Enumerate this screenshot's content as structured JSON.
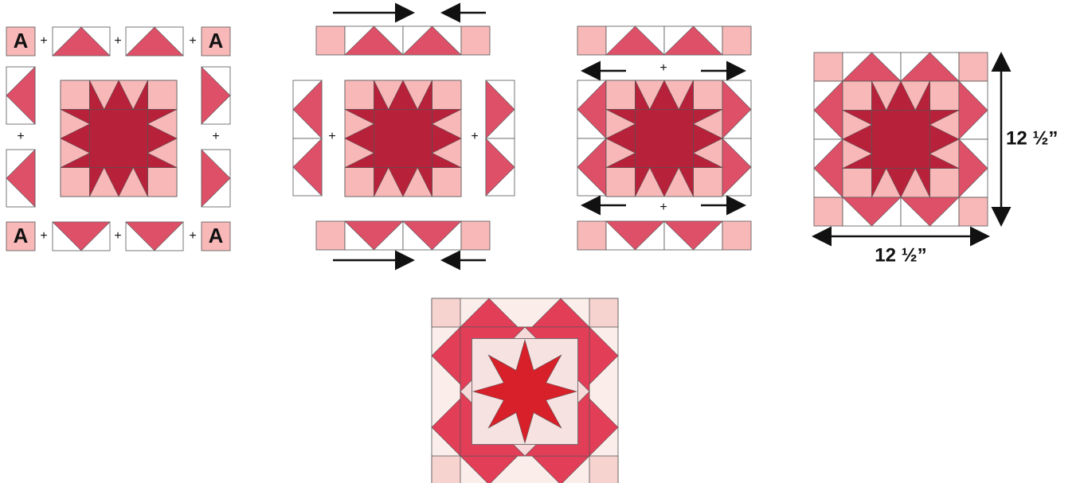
{
  "labels": {
    "block_a": "A",
    "plus": "+",
    "dimension_height": "12 ½”",
    "dimension_width": "12 ½”"
  },
  "colors": {
    "light_pink": "#f8b8b8",
    "medium_pink": "#dd5068",
    "dark_red": "#b8213a",
    "white": "#ffffff",
    "outline": "#555555",
    "arrow": "#111111",
    "photo_star": "#d8202a",
    "photo_point": "#e23e58"
  }
}
